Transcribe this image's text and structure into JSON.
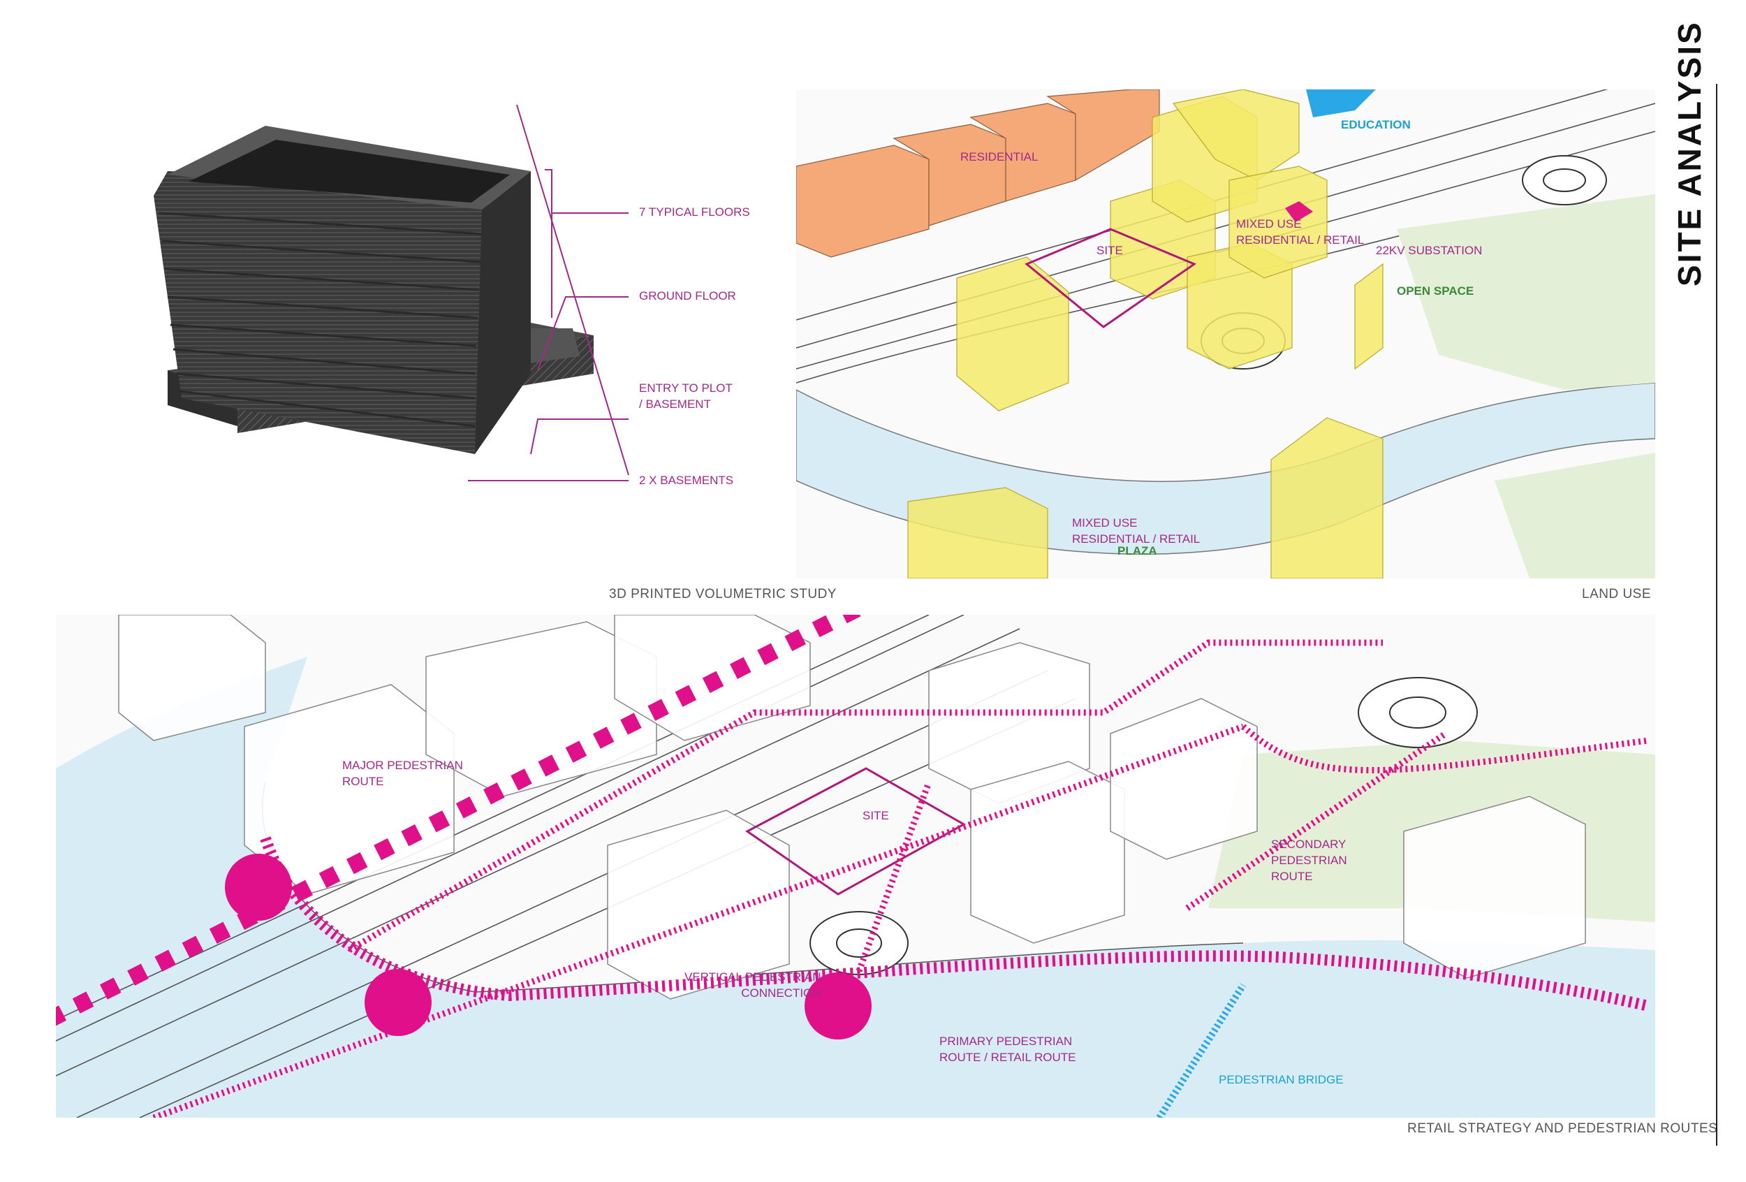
{
  "title": "SITE ANALYSIS",
  "volumetric_study": {
    "caption": "3D PRINTED VOLUMETRIC STUDY",
    "labels": {
      "typical_floors": "7 TYPICAL FLOORS",
      "ground_floor": "GROUND FLOOR",
      "entry_line1": "ENTRY TO PLOT",
      "entry_line2": "/ BASEMENT",
      "basements": "2 X BASEMENTS"
    }
  },
  "land_use": {
    "caption": "LAND USE",
    "labels": {
      "residential": "RESIDENTIAL",
      "site": "SITE",
      "mixed_use_1_line1": "MIXED USE",
      "mixed_use_1_line2": "RESIDENTIAL / RETAIL",
      "education": "EDUCATION",
      "substation": "22KV SUBSTATION",
      "open_space": "OPEN SPACE",
      "mixed_use_2_line1": "MIXED USE",
      "mixed_use_2_line2": "RESIDENTIAL / RETAIL",
      "plaza": "PLAZA"
    },
    "colors": {
      "residential": "#f4a06a",
      "mixed_use": "#f3ea6a",
      "education": "#2aa7e6",
      "site": "#b0187a",
      "substation": "#e0187f",
      "open_space": "#e4efd8",
      "water": "#d8ecf5"
    }
  },
  "pedestrian_routes": {
    "caption": "RETAIL STRATEGY AND PEDESTRIAN ROUTES",
    "labels": {
      "major_line1": "MAJOR PEDESTRIAN",
      "major_line2": "ROUTE",
      "site": "SITE",
      "secondary_line1": "SECONDARY",
      "secondary_line2": "PEDESTRIAN",
      "secondary_line3": "ROUTE",
      "vertical_line1": "VERTICAL PEDESTRIAN",
      "vertical_line2": "CONNECTION",
      "primary_line1": "PRIMARY PEDESTRIAN",
      "primary_line2": "ROUTE / RETAIL ROUTE",
      "bridge": "PEDESTRIAN BRIDGE"
    },
    "colors": {
      "route": "#e0108a",
      "bridge": "#2aa7e6"
    }
  }
}
